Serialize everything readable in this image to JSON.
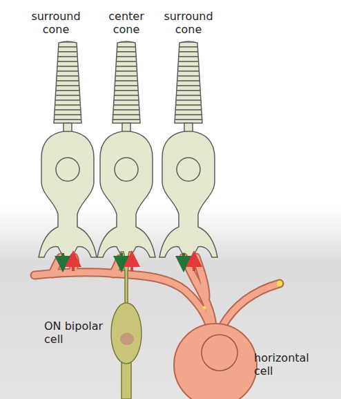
{
  "diagram": {
    "labels": [
      "surround cone",
      "center cone",
      "surround cone",
      "ON bipolar cell",
      "horizontal cell"
    ]
  }
}
